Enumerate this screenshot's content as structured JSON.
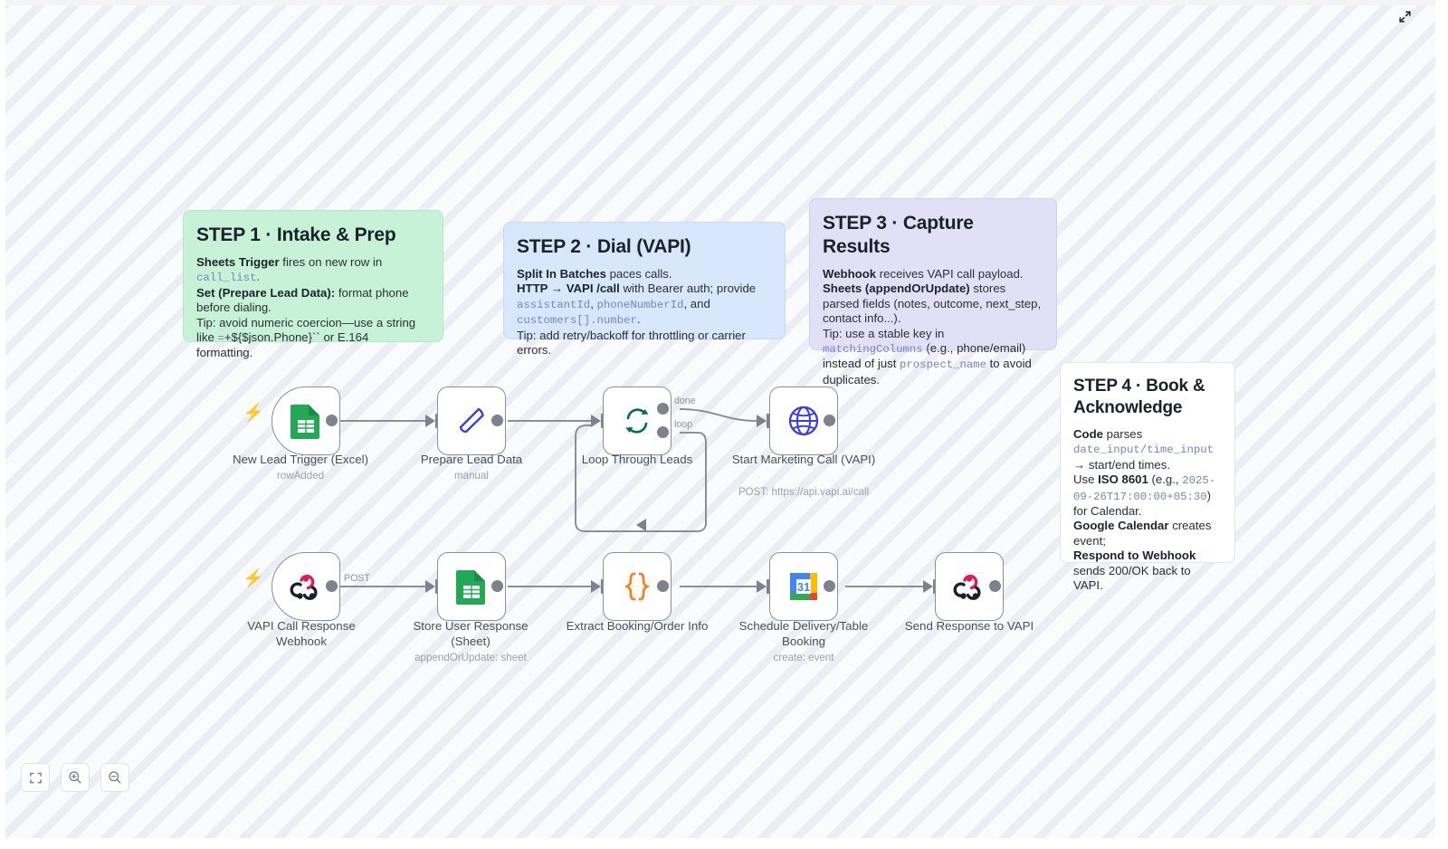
{
  "canvas": {
    "expand_icon": "expand-arrows-icon"
  },
  "controls": [
    {
      "name": "fit-to-view",
      "icon": "fit-screen-icon",
      "label": ""
    },
    {
      "name": "zoom-in",
      "icon": "zoom-in-icon",
      "label": ""
    },
    {
      "name": "zoom-out",
      "icon": "zoom-out-icon",
      "label": ""
    }
  ],
  "notes": {
    "step1": {
      "title": "STEP 1 · Intake & Prep",
      "l1_bold": "Sheets Trigger",
      "l1_rest": " fires on new row in ",
      "l1_code": "call_list",
      "l1_end": ".",
      "l2_bold": "Set (Prepare Lead Data):",
      "l2_rest": " format phone before dialing.",
      "l3": "Tip: avoid numeric coercion—use a string like ",
      "l3_code": "=",
      "l3_end": "+${$json.Phone}`` or E.164 formatting."
    },
    "step2": {
      "title": "STEP 2 · Dial (VAPI)",
      "l1_bold": "Split In Batches",
      "l1_rest": " paces calls.",
      "l2_bold": "HTTP → VAPI /call",
      "l2_rest": " with Bearer auth; provide",
      "l3_code1": "assistantId",
      "l3_mid": ", ",
      "l3_code2": "phoneNumberId",
      "l3_end": ", and",
      "l4_code": "customers[].number",
      "l4_end": ".",
      "l5": "Tip: add retry/backoff for throttling or carrier errors."
    },
    "step3": {
      "title": "STEP 3 · Capture Results",
      "l1_bold": "Webhook",
      "l1_rest": " receives VAPI call payload.",
      "l2_bold": "Sheets (appendOrUpdate)",
      "l2_rest": " stores parsed fields (notes, outcome, next_step, contact info...).",
      "l3": "Tip: use a stable key in ",
      "l3_code": "matchingColumns",
      "l3_mid": " (e.g., phone/email) instead of just ",
      "l3_code2": "prospect_name",
      "l3_end": " to avoid duplicates."
    },
    "step4": {
      "title": "STEP 4 · Book & Acknowledge",
      "l1_bold": "Code",
      "l1_rest": " parses ",
      "l1_code1": "date_input",
      "l1_slash": "/",
      "l1_code2": "time_input",
      "l1_arrow": " → start/end times.",
      "l2_pre": "Use ",
      "l2_bold": "ISO 8601",
      "l2_mid": " (e.g., ",
      "l2_code": "2025-09-26T17:00:00+05:30",
      "l2_end": ") for Calendar.",
      "l3_bold": "Google Calendar",
      "l3_rest": " creates event;",
      "l4_bold": "Respond to Webhook",
      "l4_rest": " sends 200/OK back to VAPI."
    }
  },
  "nodes": [
    {
      "id": "new-lead-trigger",
      "label": "New Lead Trigger (Excel)",
      "sublabel": "rowAdded",
      "icon": "google-sheets-icon",
      "is_trigger": true
    },
    {
      "id": "prepare-lead-data",
      "label": "Prepare Lead Data",
      "sublabel": "manual",
      "icon": "edit-pencil-icon",
      "is_trigger": false
    },
    {
      "id": "loop-through-leads",
      "label": "Loop Through Leads",
      "sublabel": "",
      "icon": "loop-refresh-icon",
      "is_trigger": false
    },
    {
      "id": "start-marketing-call",
      "label": "Start Marketing Call (VAPI)",
      "sublabel": "POST: https://api.vapi.ai/call",
      "icon": "globe-http-icon",
      "is_trigger": false
    },
    {
      "id": "vapi-call-response-webhook",
      "label": "VAPI Call Response Webhook",
      "sublabel": "",
      "icon": "webhook-icon",
      "is_trigger": true
    },
    {
      "id": "store-user-response",
      "label": "Store User Response (Sheet)",
      "sublabel": "appendOrUpdate: sheet",
      "icon": "google-sheets-icon",
      "is_trigger": false
    },
    {
      "id": "extract-booking-order-info",
      "label": "Extract Booking/Order Info",
      "sublabel": "",
      "icon": "code-braces-icon",
      "is_trigger": false
    },
    {
      "id": "schedule-delivery-table-booking",
      "label": "Schedule Delivery/Table Booking",
      "sublabel": "create: event",
      "icon": "google-calendar-icon",
      "is_trigger": false
    },
    {
      "id": "send-response-to-vapi",
      "label": "Send Response to VAPI",
      "sublabel": "",
      "icon": "webhook-icon",
      "is_trigger": false
    }
  ],
  "edge_labels": {
    "done": "done",
    "loop": "loop",
    "post": "POST"
  },
  "colors": {
    "note_green": "#c8f2d8",
    "note_blue": "#d8e7fb",
    "note_purple": "#e2e0f7",
    "note_white": "#ffffff",
    "wire": "#8a8f98",
    "trigger_bolt": "#ff6d5a",
    "code_text": "#7a82c4"
  }
}
